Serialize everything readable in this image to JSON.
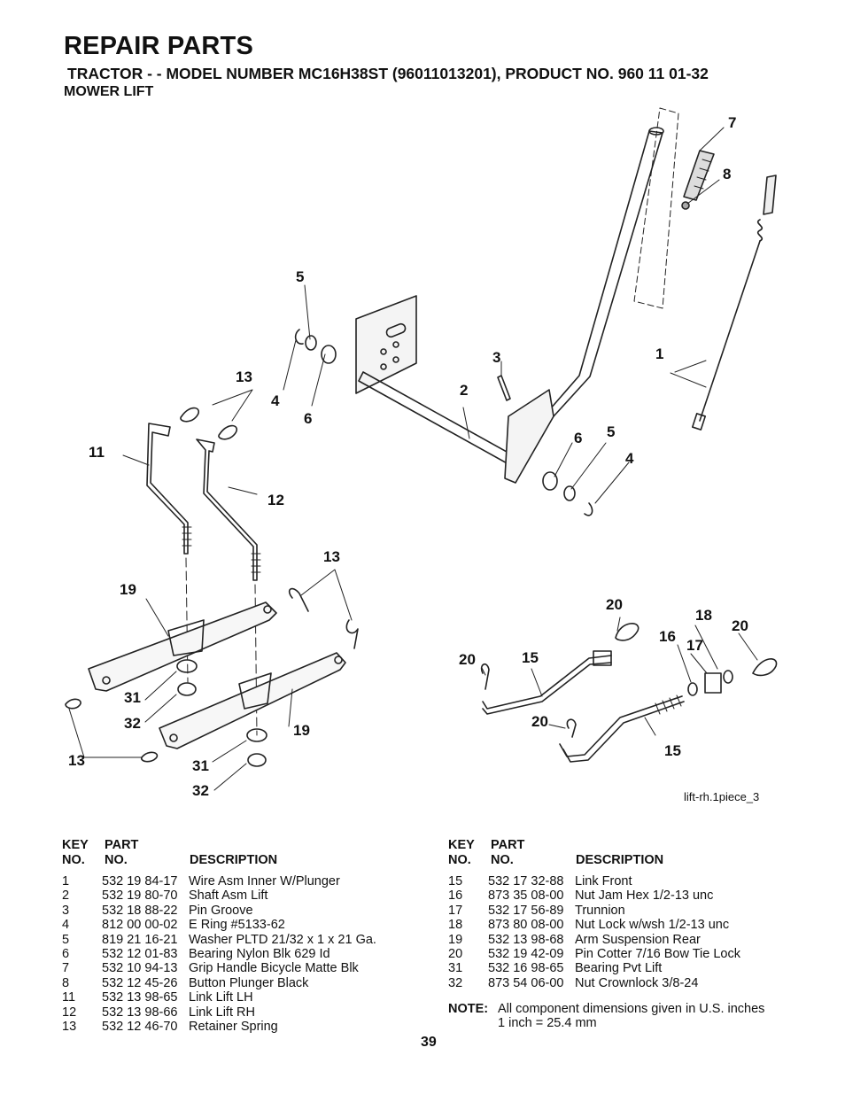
{
  "header": {
    "title": "REPAIR PARTS",
    "subtitle": "TRACTOR - - MODEL NUMBER  MC16H38ST (96011013201), PRODUCT NO. 960 11 01-32",
    "section": "MOWER LIFT"
  },
  "diagram": {
    "code": "lift-rh.1piece_3",
    "callouts": [
      "7",
      "8",
      "5",
      "1",
      "3",
      "13",
      "4",
      "2",
      "6",
      "11",
      "6",
      "5",
      "4",
      "12",
      "13",
      "19",
      "20",
      "18",
      "16",
      "17",
      "20",
      "20",
      "15",
      "31",
      "32",
      "20",
      "19",
      "13",
      "15",
      "31",
      "32"
    ]
  },
  "table_headers": {
    "key_top": "KEY",
    "part_top": "PART",
    "key_bot": "NO.",
    "part_bot": "NO.",
    "desc": "DESCRIPTION"
  },
  "parts_left": [
    {
      "key": "1",
      "part": "532 19 84-17",
      "desc": "Wire Asm Inner W/Plunger"
    },
    {
      "key": "2",
      "part": "532 19 80-70",
      "desc": "Shaft Asm Lift"
    },
    {
      "key": "3",
      "part": "532 18 88-22",
      "desc": "Pin Groove"
    },
    {
      "key": "4",
      "part": "812 00 00-02",
      "desc": "E Ring #5133-62"
    },
    {
      "key": "5",
      "part": "819 21 16-21",
      "desc": "Washer PLTD 21/32 x 1 x 21 Ga."
    },
    {
      "key": "6",
      "part": "532 12 01-83",
      "desc": "Bearing Nylon Blk 629 Id"
    },
    {
      "key": "7",
      "part": "532 10 94-13",
      "desc": "Grip Handle Bicycle Matte Blk"
    },
    {
      "key": "8",
      "part": "532 12 45-26",
      "desc": "Button Plunger Black"
    },
    {
      "key": "11",
      "part": "532 13 98-65",
      "desc": "Link Lift LH"
    },
    {
      "key": "12",
      "part": "532 13 98-66",
      "desc": "Link Lift RH"
    },
    {
      "key": "13",
      "part": "532 12 46-70",
      "desc": "Retainer Spring"
    }
  ],
  "parts_right": [
    {
      "key": "15",
      "part": "532 17 32-88",
      "desc": "Link Front"
    },
    {
      "key": "16",
      "part": "873 35 08-00",
      "desc": "Nut Jam Hex 1/2-13 unc"
    },
    {
      "key": "17",
      "part": "532 17 56-89",
      "desc": "Trunnion"
    },
    {
      "key": "18",
      "part": "873 80 08-00",
      "desc": "Nut Lock w/wsh 1/2-13 unc"
    },
    {
      "key": "19",
      "part": "532 13 98-68",
      "desc": "Arm Suspension Rear"
    },
    {
      "key": "20",
      "part": "532 19 42-09",
      "desc": "Pin Cotter 7/16 Bow Tie Lock"
    },
    {
      "key": "31",
      "part": "532 16 98-65",
      "desc": "Bearing Pvt Lift"
    },
    {
      "key": "32",
      "part": "873 54 06-00",
      "desc": "Nut Crownlock  3/8-24"
    }
  ],
  "note": {
    "label": "NOTE:",
    "line1": "All component dimensions given in U.S. inches",
    "line2": "1 inch = 25.4 mm"
  },
  "page_number": "39"
}
